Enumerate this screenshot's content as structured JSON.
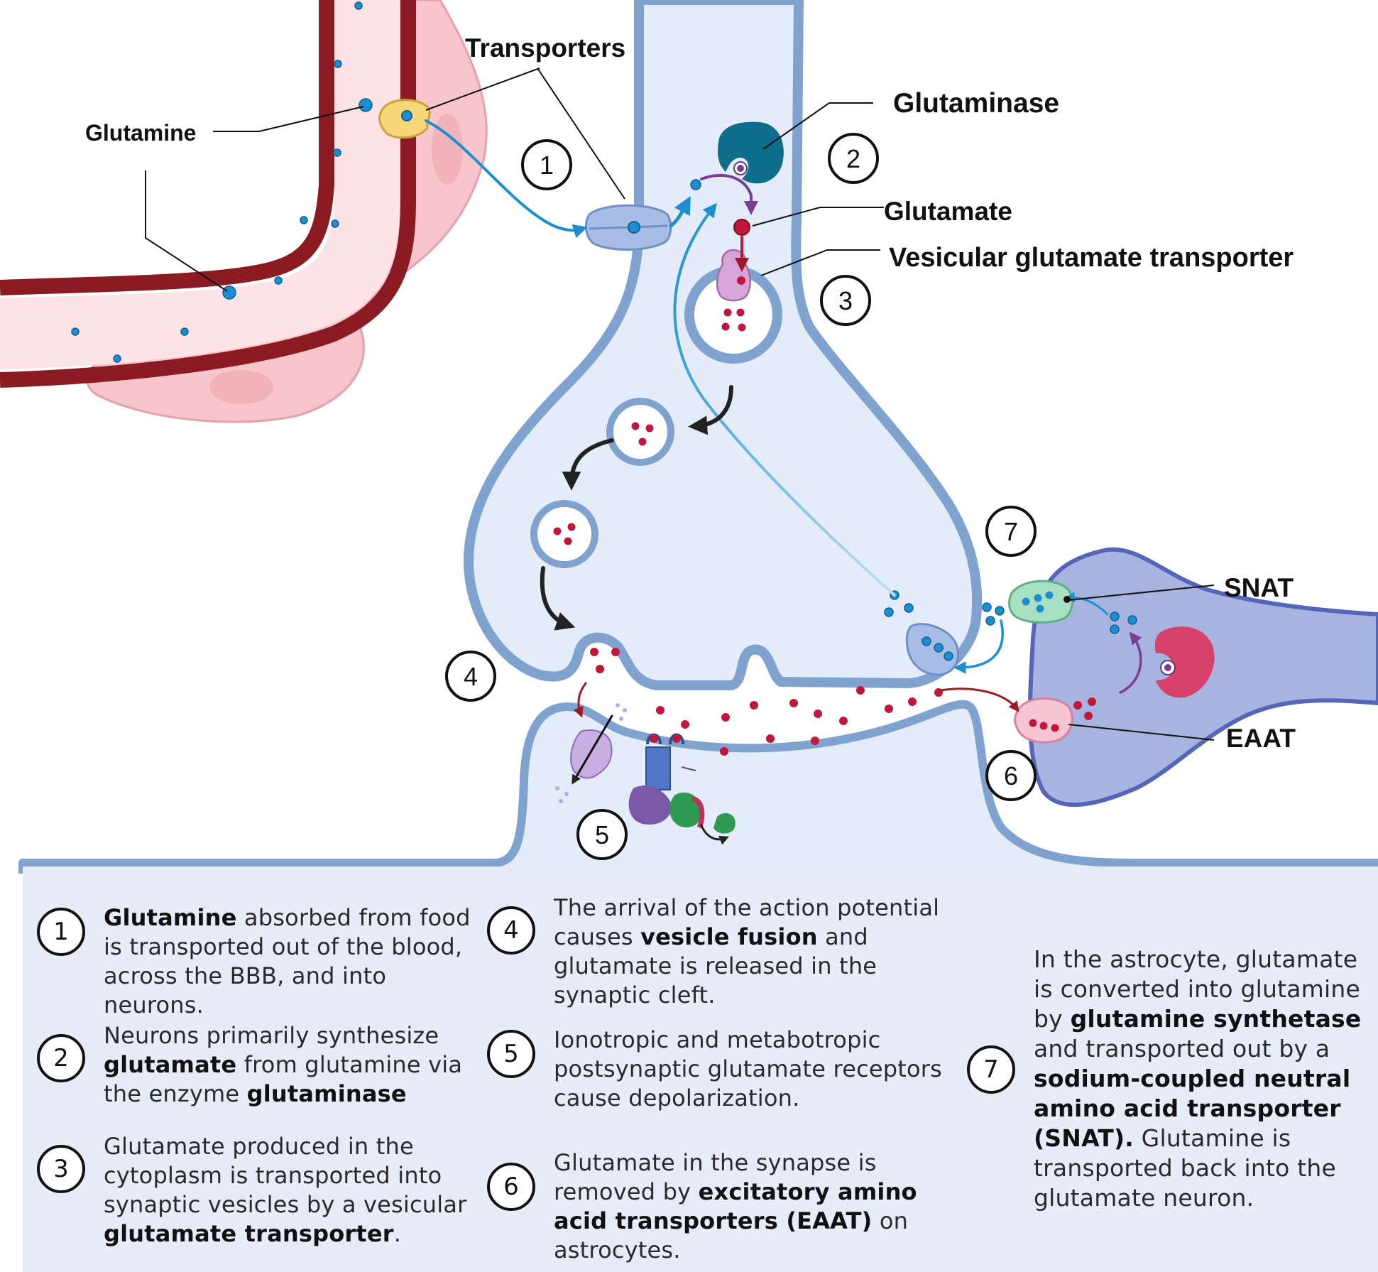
{
  "labels": {
    "transporters": "Transporters",
    "glutamine": "Glutamine",
    "glutaminase": "Glutaminase",
    "glutamate": "Glutamate",
    "vesicular_transporter": "Vesicular glutamate transporter",
    "snat": "SNAT",
    "eaat": "EAAT"
  },
  "step_markers": [
    "1",
    "2",
    "3",
    "4",
    "5",
    "6",
    "7"
  ],
  "legend": [
    {
      "num": "1",
      "parts": [
        [
          "b",
          "Glutamine"
        ],
        [
          "t",
          " absorbed from food is transported out of the blood, across the BBB, and into neurons."
        ]
      ]
    },
    {
      "num": "2",
      "parts": [
        [
          "t",
          "Neurons primarily synthesize "
        ],
        [
          "b",
          "glutamate"
        ],
        [
          "t",
          " from glutamine via the enzyme "
        ],
        [
          "b",
          "glutaminase"
        ]
      ]
    },
    {
      "num": "3",
      "parts": [
        [
          "t",
          "Glutamate produced in the cytoplasm is transported into synaptic vesicles by a vesicular "
        ],
        [
          "b",
          "glutamate transporter"
        ],
        [
          "t",
          "."
        ]
      ]
    },
    {
      "num": "4",
      "parts": [
        [
          "t",
          "The arrival of the action potential causes "
        ],
        [
          "b",
          "vesicle fusion"
        ],
        [
          "t",
          " and glutamate is released in the synaptic cleft."
        ]
      ]
    },
    {
      "num": "5",
      "parts": [
        [
          "t",
          "Ionotropic and metabotropic postsynaptic glutamate receptors cause depolarization."
        ]
      ]
    },
    {
      "num": "6",
      "parts": [
        [
          "t",
          "Glutamate in the synapse is removed by "
        ],
        [
          "b",
          "excitatory amino acid transporters (EAAT)"
        ],
        [
          "t",
          " on astrocytes."
        ]
      ]
    },
    {
      "num": "7",
      "parts": [
        [
          "t",
          "In the astrocyte, glutamate is converted into glutamine by "
        ],
        [
          "b",
          "glutamine synthetase"
        ],
        [
          "t",
          " and transported out by a "
        ],
        [
          "b",
          "sodium-coupled neutral amino acid transporter (SNAT)."
        ],
        [
          "t",
          " Glutamine is transported back into the glutamate neuron."
        ]
      ]
    }
  ],
  "colors": {
    "glutamine": "#1d8fd0",
    "glutamate": "#c0183a",
    "neuron_fill": "#e3ecf8",
    "neuron_stroke": "#7fa2cf",
    "astrocyte_fill": "#a8b4e0",
    "astrocyte_stroke": "#5566b8",
    "vessel_wall": "#8b1a22",
    "vessel_lumen": "#fde3e6",
    "glutaminase": "#0f6d8c",
    "glutamine_synthetase": "#d8416a"
  }
}
